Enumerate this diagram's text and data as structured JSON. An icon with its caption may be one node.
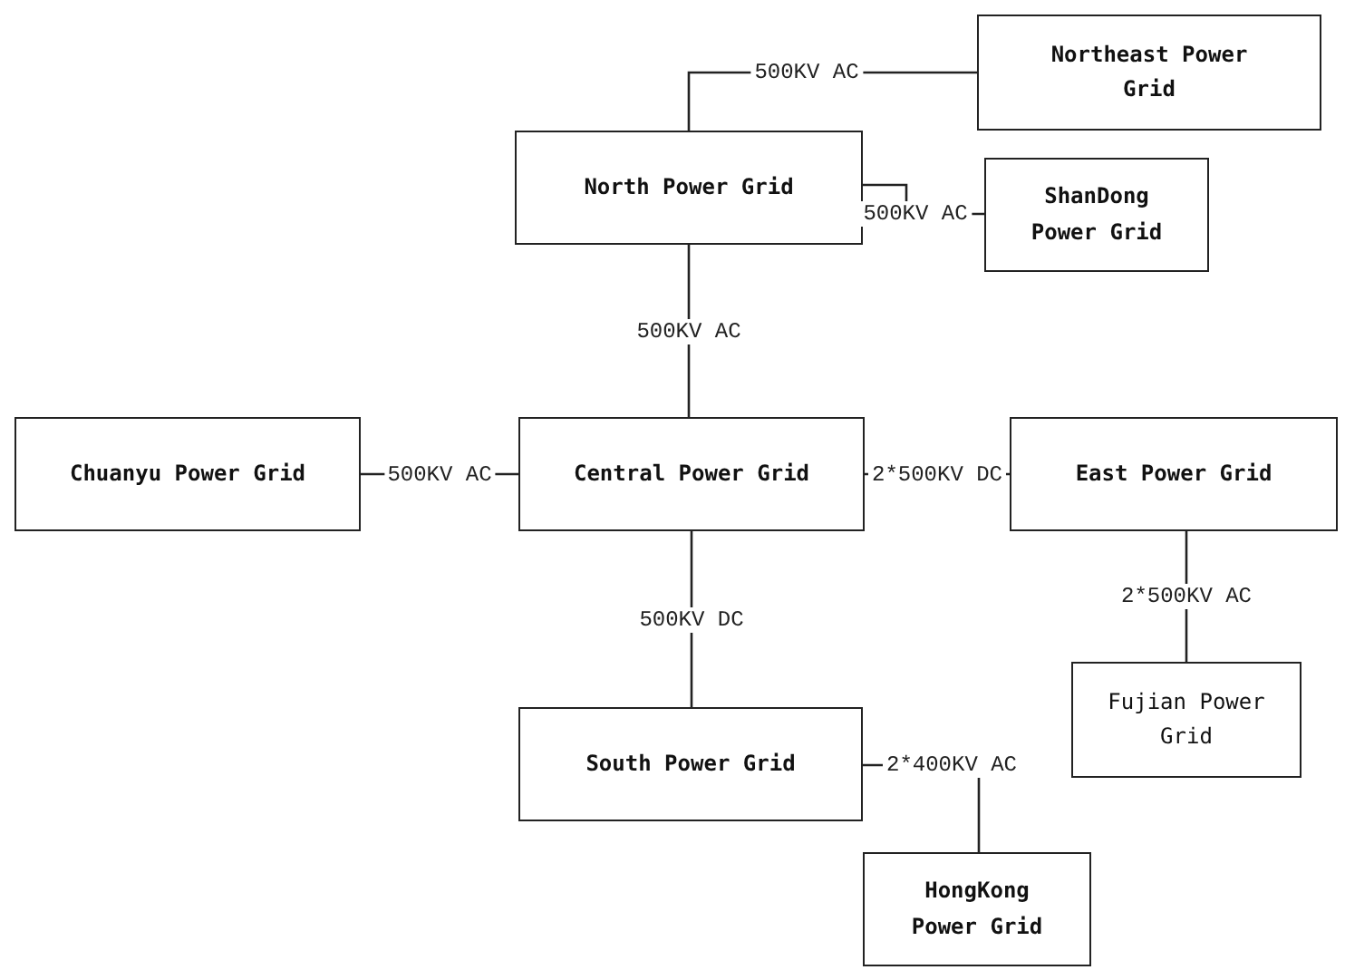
{
  "diagram": {
    "nodes": [
      {
        "text": [
          "Northeast Power Grid"
        ]
      },
      {
        "text": [
          "North Power Grid"
        ]
      },
      {
        "text": [
          "ShanDong Power Grid"
        ]
      },
      {
        "text": [
          "Chuanyu Power Grid"
        ]
      },
      {
        "text": [
          "Central Power Grid"
        ]
      },
      {
        "text": [
          "East Power Grid"
        ]
      },
      {
        "text": [
          "South Power Grid"
        ]
      },
      {
        "text": [
          "Fujian Power Grid"
        ]
      },
      {
        "text": [
          "HongKong Power Grid"
        ]
      }
    ],
    "edges": [
      {
        "from": 1,
        "to": 0,
        "arrow": "none",
        "label": "500KV AC"
      },
      {
        "from": 1,
        "to": 2,
        "arrow": "none",
        "label": "500KV AC"
      },
      {
        "from": 1,
        "to": 4,
        "arrow": "none",
        "label": "500KV AC"
      },
      {
        "from": 3,
        "to": 4,
        "arrow": "none",
        "label": "500KV AC"
      },
      {
        "from": 4,
        "to": 5,
        "arrow": "none",
        "label": "2*500KV DC"
      },
      {
        "from": 4,
        "to": 6,
        "arrow": "none",
        "label": "500KV DC"
      },
      {
        "from": 5,
        "to": 7,
        "arrow": "none",
        "label": "2*500KV AC"
      },
      {
        "from": 6,
        "to": 8,
        "arrow": "none",
        "label": "2*400KV AC"
      }
    ]
  }
}
